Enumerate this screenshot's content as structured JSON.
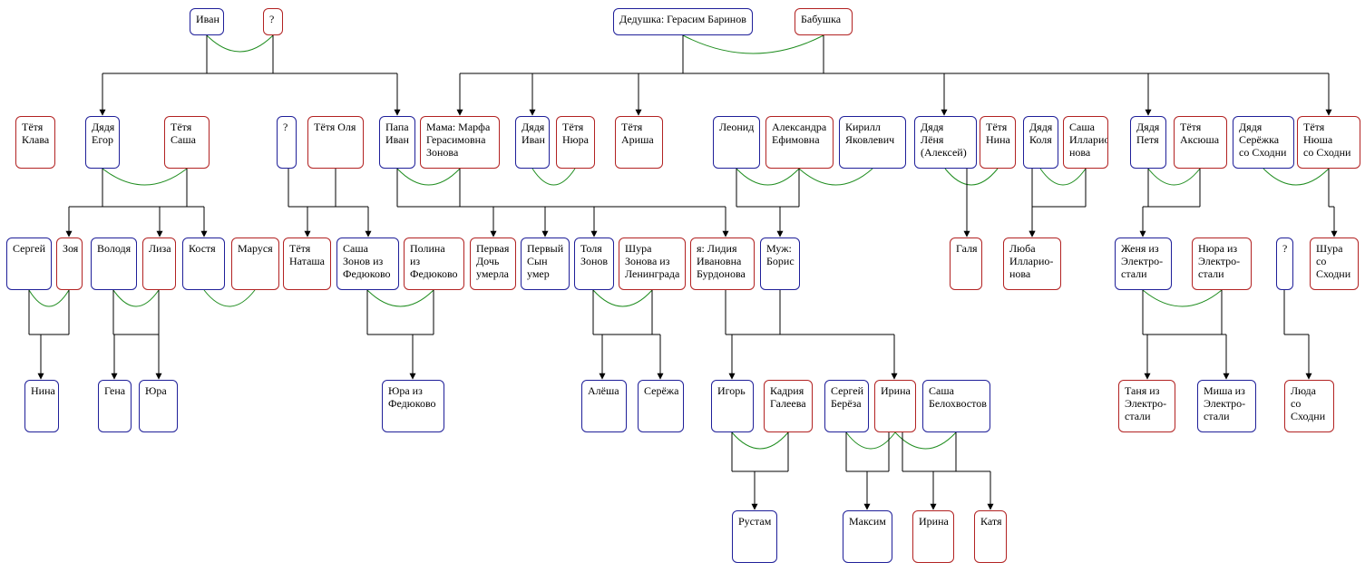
{
  "colors": {
    "male": "#1f1f99",
    "female": "#b22222",
    "union": "#1e8c1e",
    "line": "#000000"
  },
  "people": {
    "ivan_gf": "Иван",
    "q_gm": "?",
    "gerasim": "Дедушка: Герасим Баринов",
    "babushka": "Бабушка",
    "klava": "Тётя\nКлава",
    "egor": "Дядя\nЕгор",
    "sasha_t": "Тётя\nСаша",
    "q_mid": "?",
    "olya": "Тётя Оля",
    "papa": "Папа\nИван",
    "mama": "Мама: Марфа\nГерасимовна\nЗонова",
    "ivan_u": "Дядя\nИван",
    "nyura": "Тётя\nНюра",
    "arisha": "Тётя\nАриша",
    "leonid": "Леонид",
    "aleksandra": "Александра\nЕфимовна",
    "kirill": "Кирилл\nЯковлевич",
    "lenya": "Дядя\nЛёня\n(Алексей)",
    "nina_t": "Тётя\nНина",
    "kolya": "Дядя\nКоля",
    "sasha_il": "Саша\nИлларио-\nнова",
    "petya": "Дядя\nПетя",
    "aksyusha": "Тётя\nАксюша",
    "seryozhka": "Дядя\nСерёжка\nсо Сходни",
    "nyusha": "Тётя\nНюша\nсо Сходни",
    "sergey": "Сергей",
    "zoya": "Зоя",
    "volodya": "Володя",
    "liza": "Лиза",
    "kostya": "Костя",
    "marusya": "Маруся",
    "natasha": "Тётя\nНаташа",
    "sasha_z": "Саша\nЗонов из\nФедюково",
    "polina": "Полина\nиз\nФедюково",
    "perv_doch": "Первая\nДочь\nумерла",
    "perv_syn": "Первый\nСын\nумер",
    "tolya": "Толя\nЗонов",
    "shura_z": "Шура\nЗонова из\nЛенинграда",
    "lidiya": "я: Лидия\nИвановна\nБурдонова",
    "boris": "Муж:\nБорис",
    "galya": "Галя",
    "lyuba": "Люба\nИлларио-\nнова",
    "zhenya": "Женя из\nЭлектро-\nстали",
    "nyura_e": "Нюра из\nЭлектро-\nстали",
    "q_shura": "?",
    "shura_s": "Шура\nсо\nСходни",
    "nina_g": "Нина",
    "gena": "Гена",
    "yura": "Юра",
    "yura_f": "Юра из\nФедюково",
    "alyosha": "Алёша",
    "seryozha": "Серёжа",
    "igor": "Игорь",
    "kadriya": "Кадрия\nГалеева",
    "sergey_b": "Сергей\nБерёза",
    "irina": "Ирина",
    "sasha_b": "Саша\nБелохвостов",
    "tanya": "Таня из\nЭлектро-\nстали",
    "misha": "Миша из\nЭлектро-\nстали",
    "lyuda": "Люда\nсо\nСходни",
    "rustam": "Рустам",
    "maksim": "Максим",
    "irina2": "Ирина",
    "katya": "Катя"
  }
}
